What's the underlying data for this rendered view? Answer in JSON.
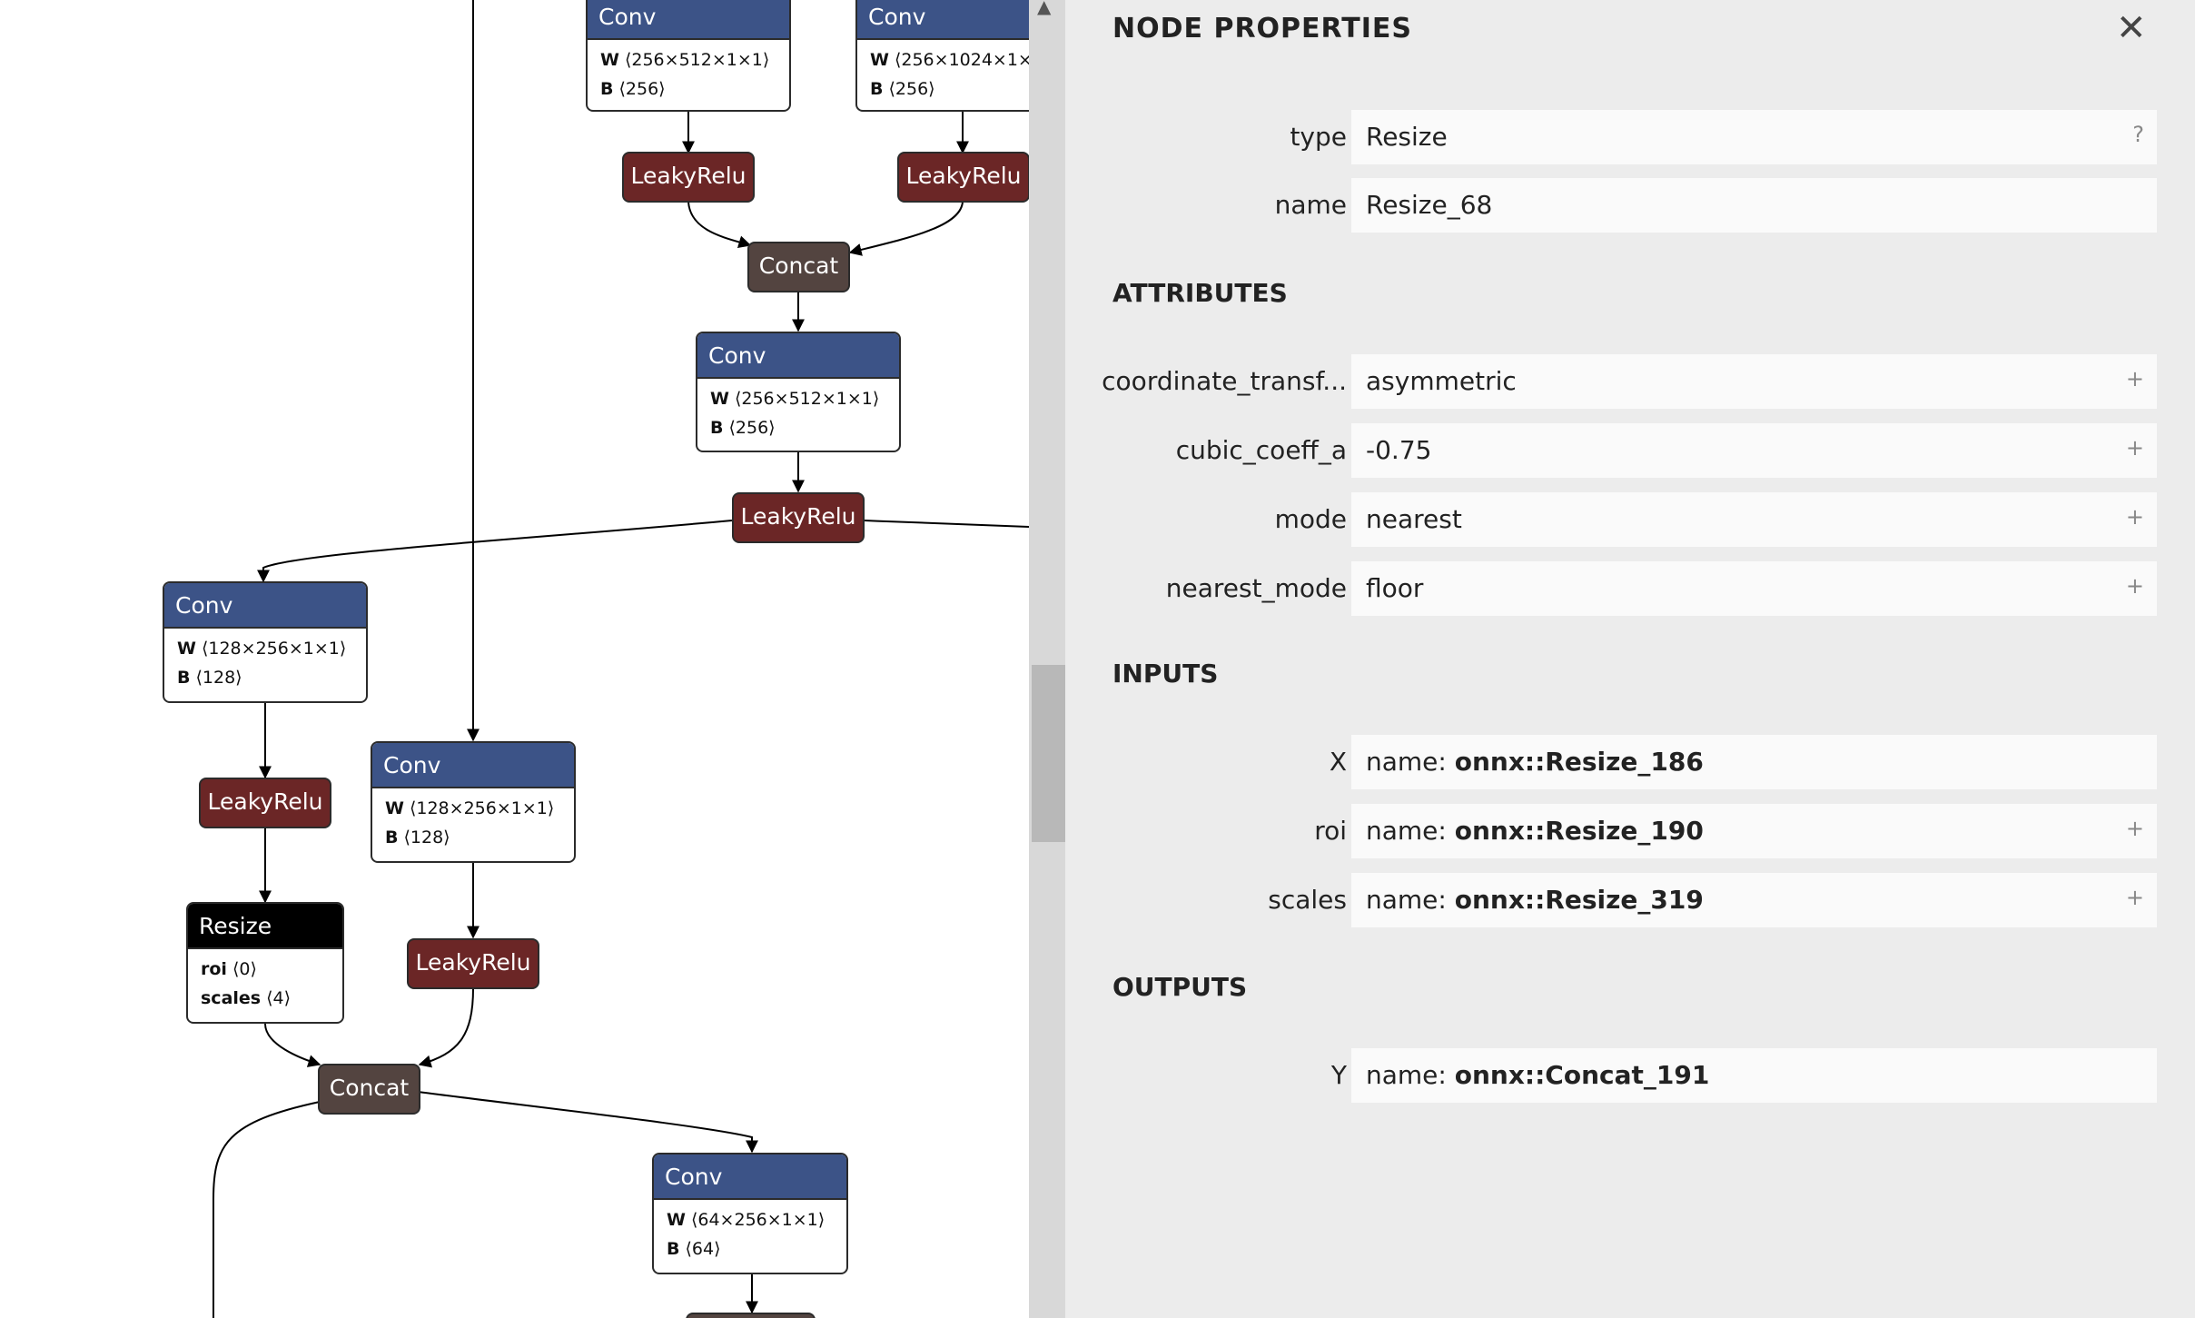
{
  "graph": {
    "conv_label": "Conv",
    "relu_label": "LeakyRelu",
    "concat_label": "Concat",
    "resize_label": "Resize",
    "conv1": {
      "w": "⟨256×512×1×1⟩",
      "b": "⟨256⟩"
    },
    "conv2": {
      "w": "⟨256×1024×1×",
      "b": "⟨256⟩"
    },
    "conv3": {
      "w": "⟨256×512×1×1⟩",
      "b": "⟨256⟩"
    },
    "conv4": {
      "w": "⟨128×256×1×1⟩",
      "b": "⟨128⟩"
    },
    "conv5": {
      "w": "⟨128×256×1×1⟩",
      "b": "⟨128⟩"
    },
    "conv6": {
      "w": "⟨64×256×1×1⟩",
      "b": "⟨64⟩"
    },
    "attr_w": "W",
    "attr_b": "B",
    "resize": {
      "roi_key": "roi",
      "roi": "⟨0⟩",
      "scales_key": "scales",
      "scales": "⟨4⟩"
    }
  },
  "panel": {
    "title": "NODE PROPERTIES",
    "close_icon": "close-icon",
    "props": [
      {
        "label": "type",
        "value": "Resize",
        "btn": "?"
      },
      {
        "label": "name",
        "value": "Resize_68",
        "btn": ""
      }
    ],
    "attributes_title": "ATTRIBUTES",
    "attributes": [
      {
        "label": "coordinate_transf...",
        "value": "asymmetric",
        "btn": "+"
      },
      {
        "label": "cubic_coeff_a",
        "value": "-0.75",
        "btn": "+"
      },
      {
        "label": "mode",
        "value": "nearest",
        "btn": "+"
      },
      {
        "label": "nearest_mode",
        "value": "floor",
        "btn": "+"
      }
    ],
    "inputs_title": "INPUTS",
    "inputs": [
      {
        "label": "X",
        "prefix": "name: ",
        "value": "onnx::Resize_186",
        "btn": ""
      },
      {
        "label": "roi",
        "prefix": "name: ",
        "value": "onnx::Resize_190",
        "btn": "+"
      },
      {
        "label": "scales",
        "prefix": "name: ",
        "value": "onnx::Resize_319",
        "btn": "+"
      }
    ],
    "outputs_title": "OUTPUTS",
    "outputs": [
      {
        "label": "Y",
        "prefix": "name: ",
        "value": "onnx::Concat_191",
        "btn": ""
      }
    ]
  }
}
